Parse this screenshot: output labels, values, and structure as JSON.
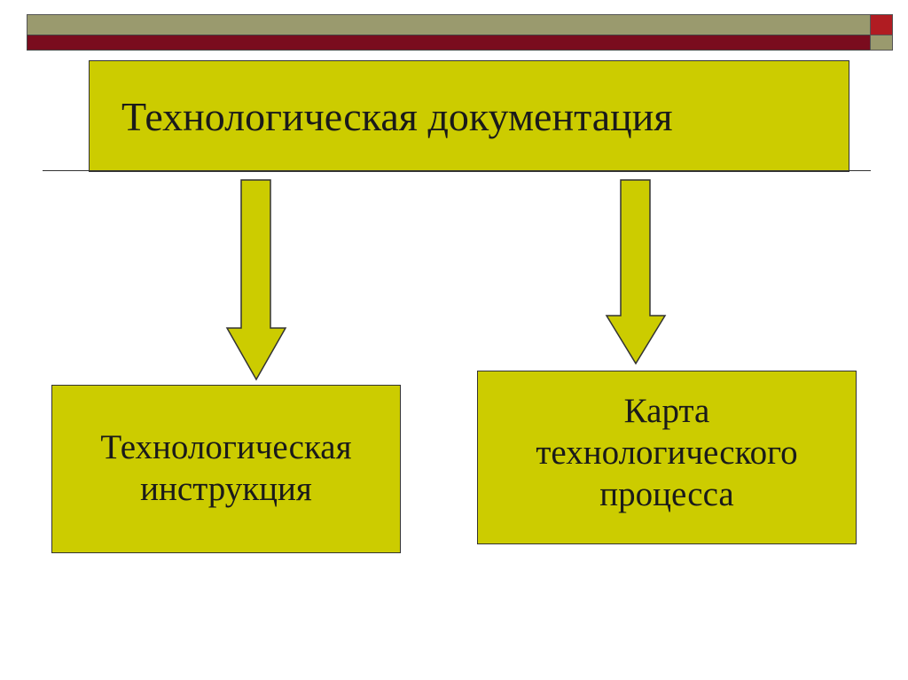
{
  "colors": {
    "box_fill": "#cccc00",
    "bar_olive": "#9a9a6e",
    "bar_red": "#7a0c1e",
    "accent_red": "#b01c22"
  },
  "diagram": {
    "top_box": {
      "label": "Технологическая документация"
    },
    "left_box": {
      "lines": [
        "Технологическая",
        "инструкция"
      ]
    },
    "right_box": {
      "lines": [
        "Карта",
        "технологического",
        "процесса"
      ]
    }
  }
}
